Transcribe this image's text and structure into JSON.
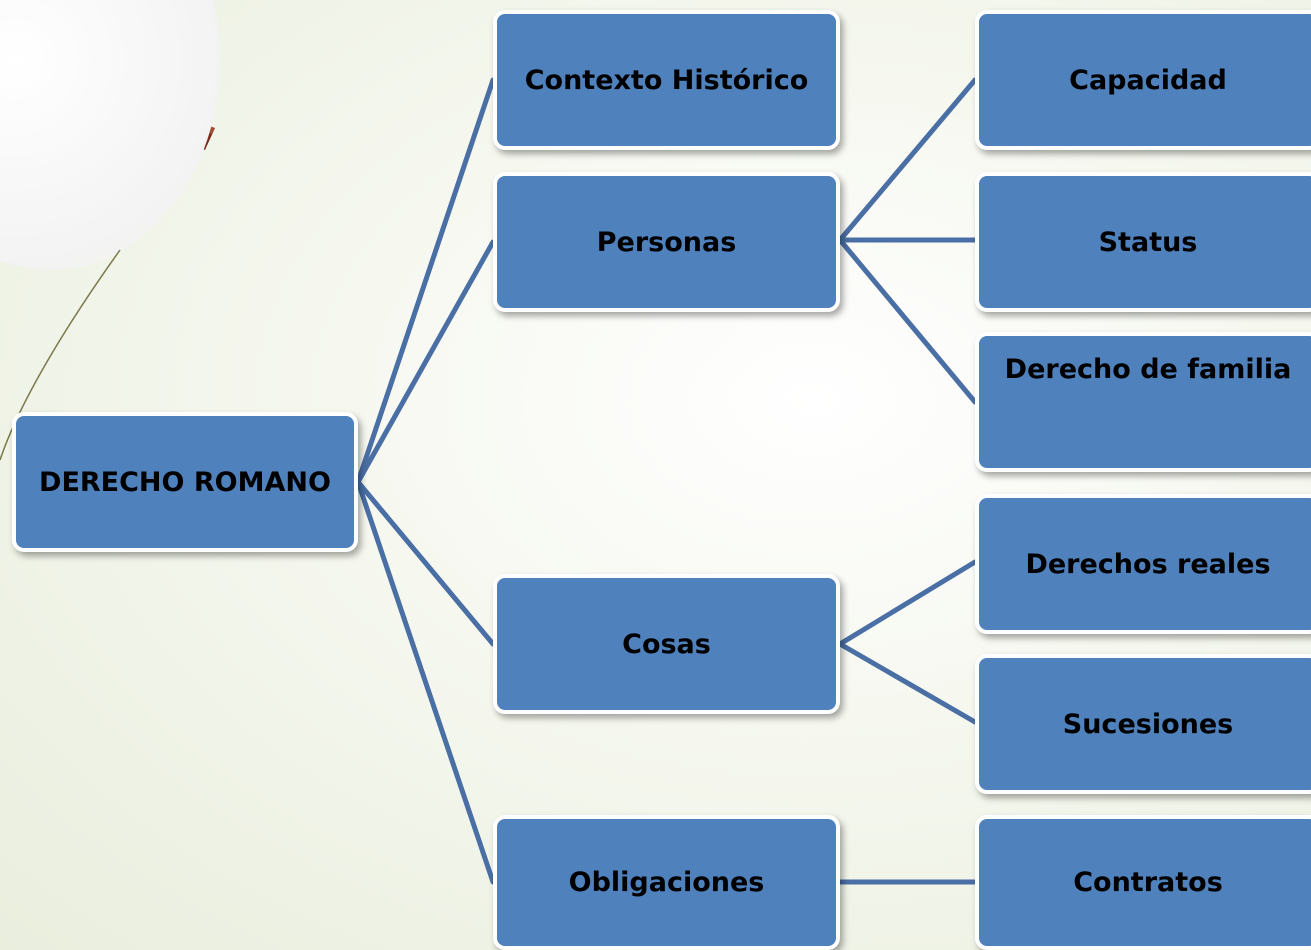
{
  "diagram": {
    "root": {
      "id": "root",
      "label": "DERECHO ROMANO"
    },
    "branches": [
      {
        "id": "contexto",
        "label": "Contexto Histórico",
        "children": []
      },
      {
        "id": "personas",
        "label": "Personas",
        "children": [
          {
            "id": "capacidad",
            "label": "Capacidad"
          },
          {
            "id": "status",
            "label": "Status"
          },
          {
            "id": "familia",
            "label": "Derecho de familia"
          }
        ]
      },
      {
        "id": "cosas",
        "label": "Cosas",
        "children": [
          {
            "id": "reales",
            "label": "Derechos reales"
          },
          {
            "id": "sucesiones",
            "label": "Sucesiones"
          }
        ]
      },
      {
        "id": "obligaciones",
        "label": "Obligaciones",
        "children": [
          {
            "id": "contratos",
            "label": "Contratos"
          }
        ]
      }
    ]
  },
  "colors": {
    "box_fill": "#4f81bd",
    "box_border": "#ffffff",
    "connector": "#4a6fa5",
    "text": "#000000"
  },
  "decoration": {
    "figure_icon": "magnifier-figure-icon"
  }
}
